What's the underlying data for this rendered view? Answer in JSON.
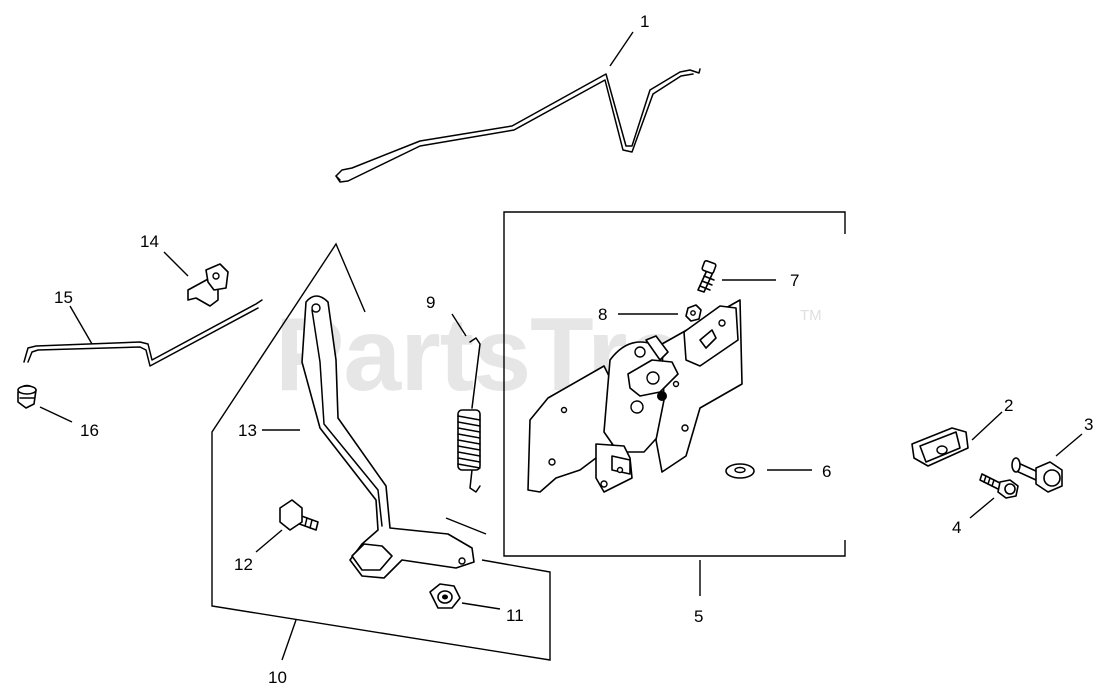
{
  "watermark": {
    "text": "PartsTree",
    "trademark": "TM"
  },
  "callouts": {
    "c1": "1",
    "c2": "2",
    "c3": "3",
    "c4": "4",
    "c5": "5",
    "c6": "6",
    "c7": "7",
    "c8": "8",
    "c9": "9",
    "c10": "10",
    "c11": "11",
    "c12": "12",
    "c13": "13",
    "c14": "14",
    "c15": "15",
    "c16": "16"
  }
}
